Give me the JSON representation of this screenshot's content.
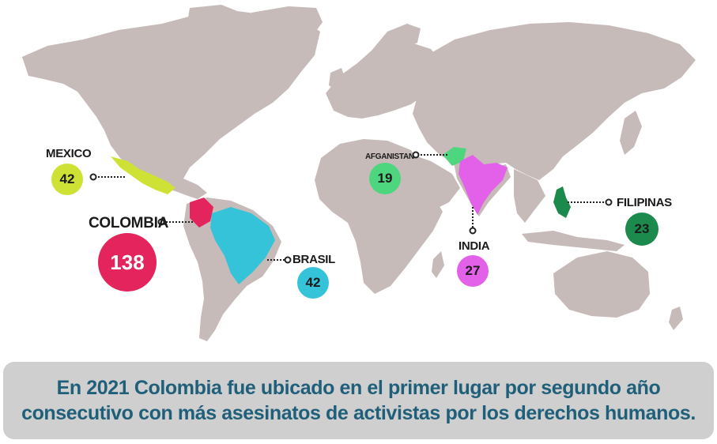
{
  "map": {
    "land_color": "#c6bbb9",
    "ocean_color": "#ffffff",
    "countries": [
      {
        "name": "MEXICO",
        "value": "42",
        "color": "#cde234"
      },
      {
        "name": "COLOMBIA",
        "value": "138",
        "color": "#e3245d"
      },
      {
        "name": "BRASIL",
        "value": "42",
        "color": "#35c3d9"
      },
      {
        "name": "AFGANISTAN",
        "value": "19",
        "color": "#4ed67f"
      },
      {
        "name": "INDIA",
        "value": "27",
        "color": "#e360e8"
      },
      {
        "name": "FILIPINAS",
        "value": "23",
        "color": "#1c8a4c"
      }
    ]
  },
  "caption": {
    "text": "En 2021 Colombia fue ubicado en el primer lugar por segundo año consecutivo con más asesinatos de activistas por los derechos humanos.",
    "text_color": "#1f5f7a",
    "background": "#cfcfcf"
  }
}
